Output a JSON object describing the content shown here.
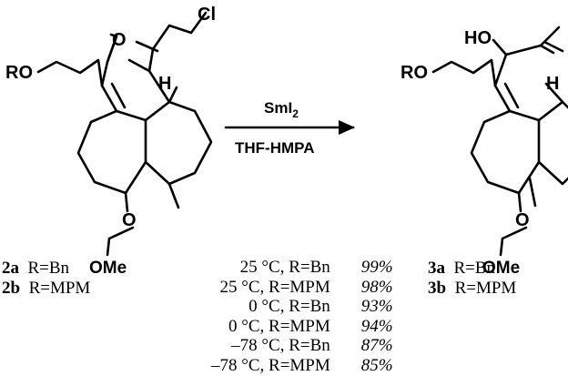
{
  "reagent": {
    "main": "SmI",
    "sub": "2",
    "solvent": "THF-HMPA"
  },
  "left_structure": {
    "ro": "RO",
    "o_ketone": "O",
    "h": "H",
    "cl": "Cl",
    "o_ether": "O",
    "ome": "OMe"
  },
  "right_structure": {
    "ro": "RO",
    "ho": "HO",
    "h": "H",
    "o_ether": "O",
    "ome": "OMe"
  },
  "starting_materials": [
    {
      "id": "2a",
      "r": "R=Bn"
    },
    {
      "id": "2b",
      "r": "R=MPM"
    }
  ],
  "products": [
    {
      "id": "3a",
      "r": "R=Bn"
    },
    {
      "id": "3b",
      "r": "R=MPM"
    }
  ],
  "conditions": [
    {
      "cond": "25 °C, R=Bn",
      "yield": "99%"
    },
    {
      "cond": "25 °C, R=MPM",
      "yield": "98%"
    },
    {
      "cond": "0 °C, R=Bn",
      "yield": "93%"
    },
    {
      "cond": "0 °C, R=MPM",
      "yield": "94%"
    },
    {
      "cond": "–78 °C, R=Bn",
      "yield": "87%"
    },
    {
      "cond": "–78 °C, R=MPM",
      "yield": "85%"
    }
  ]
}
